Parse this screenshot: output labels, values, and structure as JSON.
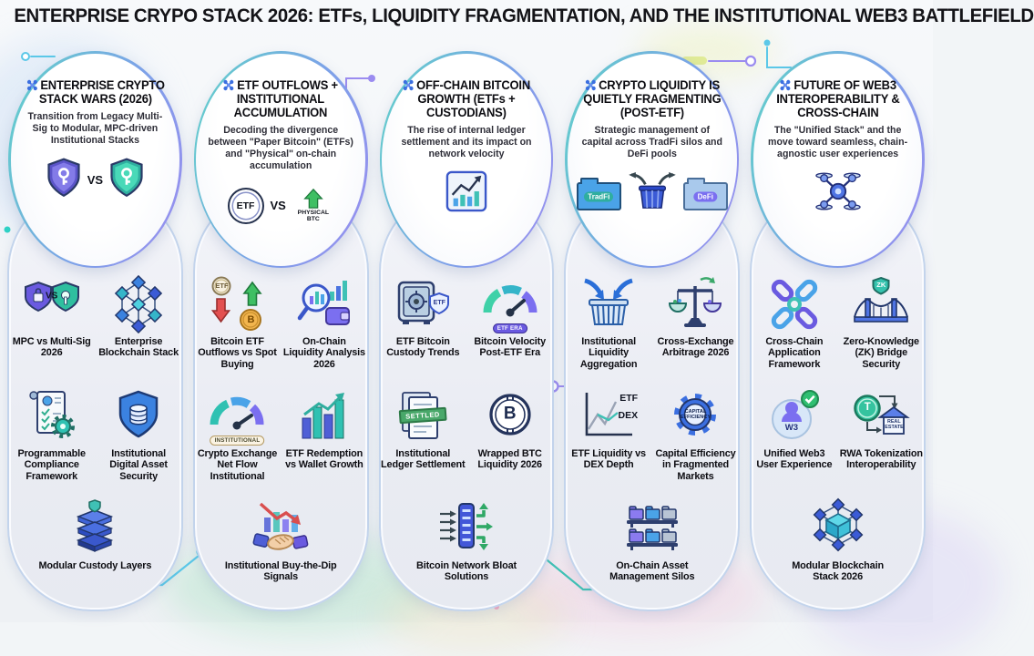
{
  "page_title": "ENTERPRISE CRYPO STACK 2026: ETFs, LIQUIDITY FRAGMENTATION, AND THE INSTITUTIONAL WEB3 BATTLEFIELD",
  "accent_colors": {
    "teal": "#2fc1b2",
    "purple": "#7b6ff0",
    "blue": "#3b6fe0",
    "green": "#3aa85f",
    "red": "#e05252",
    "orange": "#f2b54e"
  },
  "columns": [
    {
      "title": "ENTERPRISE CRYPTO STACK WARS (2026)",
      "subtitle": "Transition from Legacy Multi-Sig to Modular, MPC-driven Institutional Stacks",
      "visual": {
        "type": "shields",
        "vs_label": "VS"
      },
      "items": [
        {
          "label": "MPC vs Multi-Sig 2026",
          "icon": "mpc-vs-multisig-shields-icon",
          "text": {
            "vs": "VS"
          }
        },
        {
          "label": "Enterprise Blockchain Stack",
          "icon": "blockchain-network-icon"
        },
        {
          "label": "Programmable Compliance Framework",
          "icon": "compliance-document-gear-icon"
        },
        {
          "label": "Institutional Digital Asset Security",
          "icon": "shield-database-icon"
        },
        {
          "label": "Modular Custody Layers",
          "icon": "modular-layers-icon"
        }
      ]
    },
    {
      "title": "ETF OUTFLOWS + INSTITUTIONAL ACCUMULATION",
      "subtitle": "Decoding the divergence between \"Paper Bitcoin\" (ETFs) and \"Physical\" on-chain accumulation",
      "visual": {
        "type": "etf-vs-btc",
        "coin_label": "ETF",
        "vs_label": "VS",
        "arrow_label": "PHYSICAL BTC"
      },
      "items": [
        {
          "label": "Bitcoin ETF Outflows vs Spot Buying",
          "icon": "etf-outflow-spot-icon",
          "text": {
            "coin": "ETF",
            "btc": "B"
          }
        },
        {
          "label": "On-Chain Liquidity Analysis 2026",
          "icon": "liquidity-analysis-magnifier-icon"
        },
        {
          "label": "Crypto Exchange Net Flow Institutional",
          "icon": "net-flow-gauge-icon",
          "text": {
            "badge": "INSTITUTIONAL"
          }
        },
        {
          "label": "ETF Redemption vs Wallet Growth",
          "icon": "redemption-bars-icon"
        },
        {
          "label": "Institutional Buy-the-Dip Signals",
          "icon": "buy-the-dip-handshake-icon"
        }
      ]
    },
    {
      "title": "OFF-CHAIN BITCOIN GROWTH (ETFs + CUSTODIANS)",
      "subtitle": "The rise of internal ledger settlement and its impact on network velocity",
      "visual": {
        "type": "growth-chart"
      },
      "items": [
        {
          "label": "ETF Bitcoin Custody Trends",
          "icon": "vault-etf-icon",
          "text": {
            "badge": "ETF"
          }
        },
        {
          "label": "Bitcoin Velocity Post-ETF Era",
          "icon": "velocity-gauge-icon",
          "text": {
            "badge": "ETF ERA"
          }
        },
        {
          "label": "Institutional Ledger Settlement",
          "icon": "ledger-settled-icon",
          "text": {
            "badge": "SETTLED"
          }
        },
        {
          "label": "Wrapped BTC Liquidity 2026",
          "icon": "wrapped-btc-coin-icon",
          "text": {
            "btc": "B"
          }
        },
        {
          "label": "Bitcoin Network Bloat Solutions",
          "icon": "network-bloat-icon"
        }
      ]
    },
    {
      "title": "CRYPTO LIQUIDITY IS QUIETLY FRAGMENTING (POST-ETF)",
      "subtitle": "Strategic management of capital across TradFi silos and DeFi pools",
      "visual": {
        "type": "tradfi-defi",
        "left_label": "TradFi",
        "right_label": "DeFi"
      },
      "items": [
        {
          "label": "Institutional Liquidity Aggregation",
          "icon": "liquidity-aggregation-basket-icon"
        },
        {
          "label": "Cross-Exchange Arbitrage 2026",
          "icon": "arbitrage-scale-icon"
        },
        {
          "label": "ETF Liquidity vs DEX Depth",
          "icon": "etf-dex-depth-chart-icon",
          "text": {
            "top": "ETF",
            "bottom": "DEX"
          }
        },
        {
          "label": "Capital Efficiency in Fragmented Markets",
          "icon": "capital-efficiency-gear-icon",
          "text": {
            "badge": "CAPITAL EFFICIENCY"
          }
        },
        {
          "label": "On-Chain Asset Management Silos",
          "icon": "folder-silos-icon"
        }
      ]
    },
    {
      "title": "FUTURE OF WEB3 INTEROPERABILITY & CROSS-CHAIN",
      "subtitle": "The \"Unified Stack\" and the move toward seamless, chain-agnostic user experiences",
      "visual": {
        "type": "drone"
      },
      "items": [
        {
          "label": "Cross-Chain Application Framework",
          "icon": "chain-links-icon"
        },
        {
          "label": "Zero-Knowledge (ZK) Bridge Security",
          "icon": "zk-bridge-icon",
          "text": {
            "badge": "ZK"
          }
        },
        {
          "label": "Unified Web3 User Experience",
          "icon": "web3-user-icon",
          "text": {
            "badge": "W3"
          }
        },
        {
          "label": "RWA Tokenization Interoperability",
          "icon": "rwa-token-house-icon",
          "text": {
            "coin": "T",
            "tag": "REAL ESTATE"
          }
        },
        {
          "label": "Modular Blockchain Stack 2026",
          "icon": "modular-blockchain-icon"
        }
      ]
    }
  ]
}
